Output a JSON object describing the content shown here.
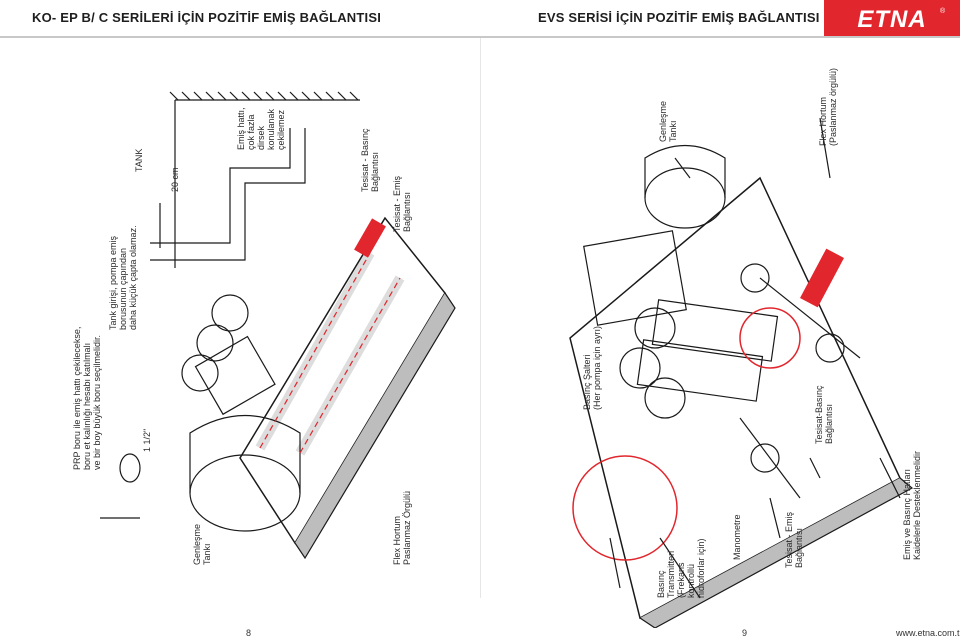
{
  "header": {
    "left_title": "KO- EP B/ C SERİLERİ İÇİN POZİTİF EMİŞ BAĞLANTISI",
    "right_title": "EVS SERİSİ İÇİN POZİTİF EMİŞ BAĞLANTISI",
    "brand": "ETNA",
    "brand_mark": "®"
  },
  "left_page": {
    "notes": {
      "prp_note": "PRP boru ile emiş hattı çekilecekse,\nboru et kalınlığı hesabı katılmalı\nve bir boy büyük boru seçilmelidir.",
      "pipe_size": "1 1/2\"",
      "tank_inlet_note": "Tank girişi, pompa emiş\nborusunun çapından\ndaha küçük çapta olamaz.",
      "tank": "TANK",
      "distance": "20 cm",
      "suction_line_note": "Emiş hattı,\nçok fazla\ndirsek\nkonulanak\nçekilemez",
      "expansion_tank": "Genleşme\nTankı",
      "flex_hose": "Flex Hortum\nPaslanmaz Örgülü",
      "install_pressure": "Tesisat - Basınç\nBağlantısı",
      "install_suction": "Tesisat - Emiş\nBağlantısı"
    },
    "page_number": "8"
  },
  "right_page": {
    "notes": {
      "expansion_tank": "Genleşme\nTankı",
      "flex_hose": "Flex Hortum\n(Paslanmaz örgülü)",
      "pressure_switch": "Basınç Şalteri\n(Her pompa için ayrı)",
      "pressure_transmitter": "Basınç\nTransmitteri\n(Frekans\nkontrollü\nhidroforlar için)",
      "manometer": "Manometre",
      "install_suction": "Tesisat - Emiş\nBağlantısı",
      "install_pressure": "Tesisat-Basınç\nBağlantısı",
      "lines_support": "Emiş ve Basınç Hatları\nKaidelerle Desteklenmelidir"
    },
    "page_number": "9",
    "website": "www.etna.com.tr"
  },
  "colors": {
    "brand_red": "#e1262d",
    "line": "#1a1a1a",
    "shadow": "#9a9a9a"
  }
}
